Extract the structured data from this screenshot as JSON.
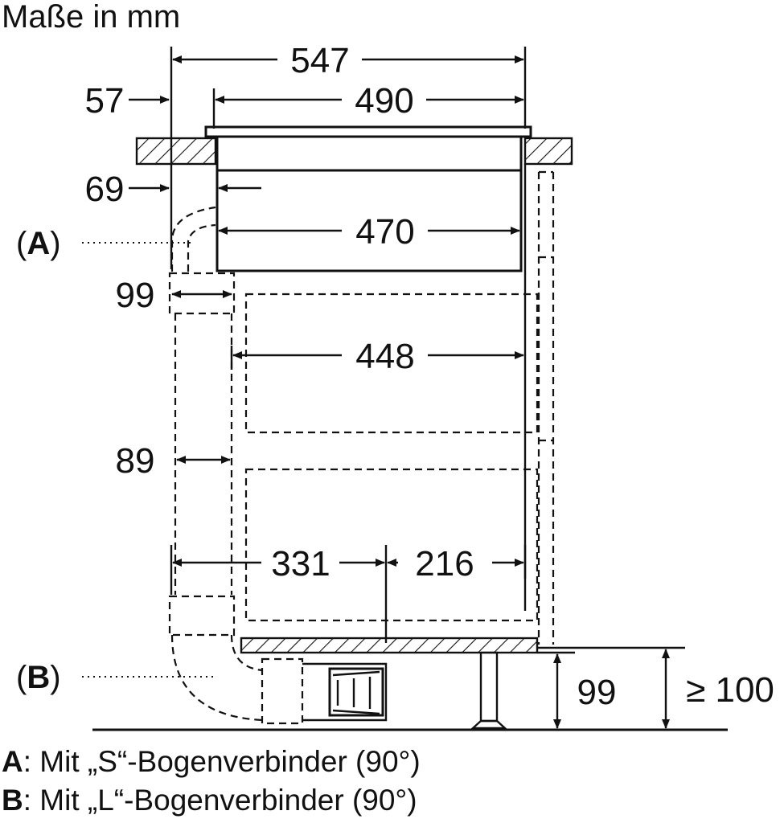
{
  "title": "Maße in mm",
  "dimensions": {
    "d547": "547",
    "d490": "490",
    "d57": "57",
    "d69": "69",
    "d470": "470",
    "d99_upper": "99",
    "d448": "448",
    "d89": "89",
    "d331": "331",
    "d216": "216",
    "d99_lower": "99",
    "d100": "≥ 100"
  },
  "callouts": {
    "a": "A",
    "b": "B"
  },
  "legend": {
    "a_key": "A",
    "a_text": ": Mit „S“-Bogenverbinder (90°)",
    "b_key": "B",
    "b_text": ": Mit „L“-Bogenverbinder (90°)"
  }
}
